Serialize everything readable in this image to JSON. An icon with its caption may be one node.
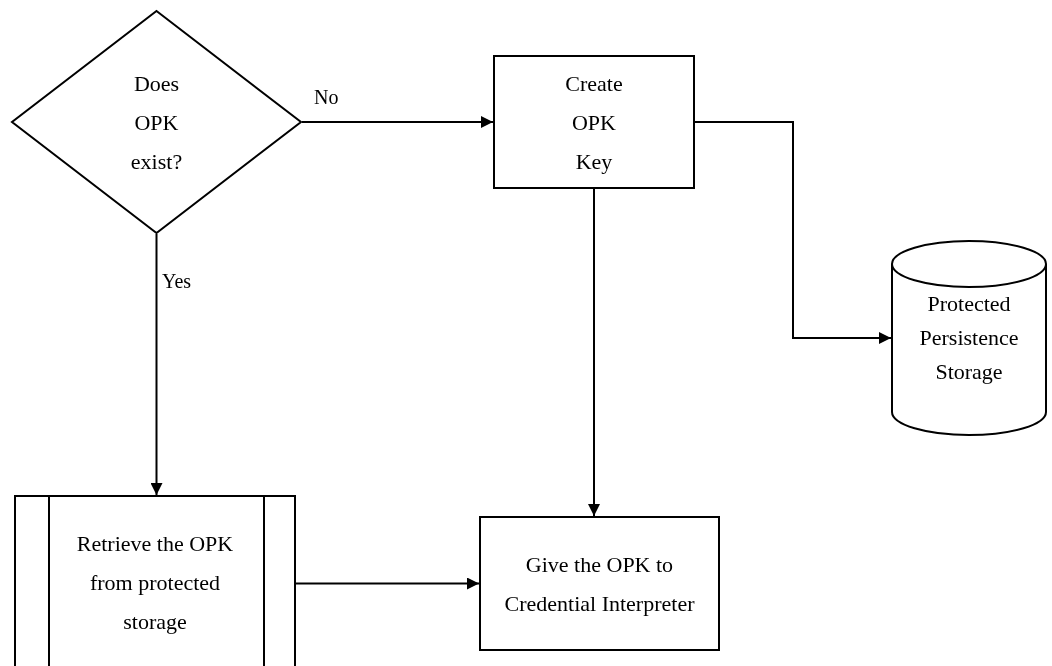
{
  "diagram": {
    "nodes": [
      {
        "text": [
          "Does OPK exist?"
        ]
      },
      {
        "text": [
          "Create OPK Key"
        ]
      },
      {
        "text": [
          "Protected Persistence Storage"
        ]
      },
      {
        "text": [
          "Retrieve the OPK from protected storage"
        ]
      },
      {
        "text": [
          "Give the OPK to Credential Interpreter"
        ]
      }
    ],
    "edges": [
      {
        "from": 0,
        "to": 1,
        "arrow": "to",
        "label": "No"
      },
      {
        "from": 1,
        "to": 2,
        "arrow": "to"
      },
      {
        "from": 0,
        "to": 3,
        "arrow": "to",
        "label": "Yes"
      },
      {
        "from": 1,
        "to": 4,
        "arrow": "to"
      },
      {
        "from": 3,
        "to": 4,
        "arrow": "to"
      }
    ]
  }
}
